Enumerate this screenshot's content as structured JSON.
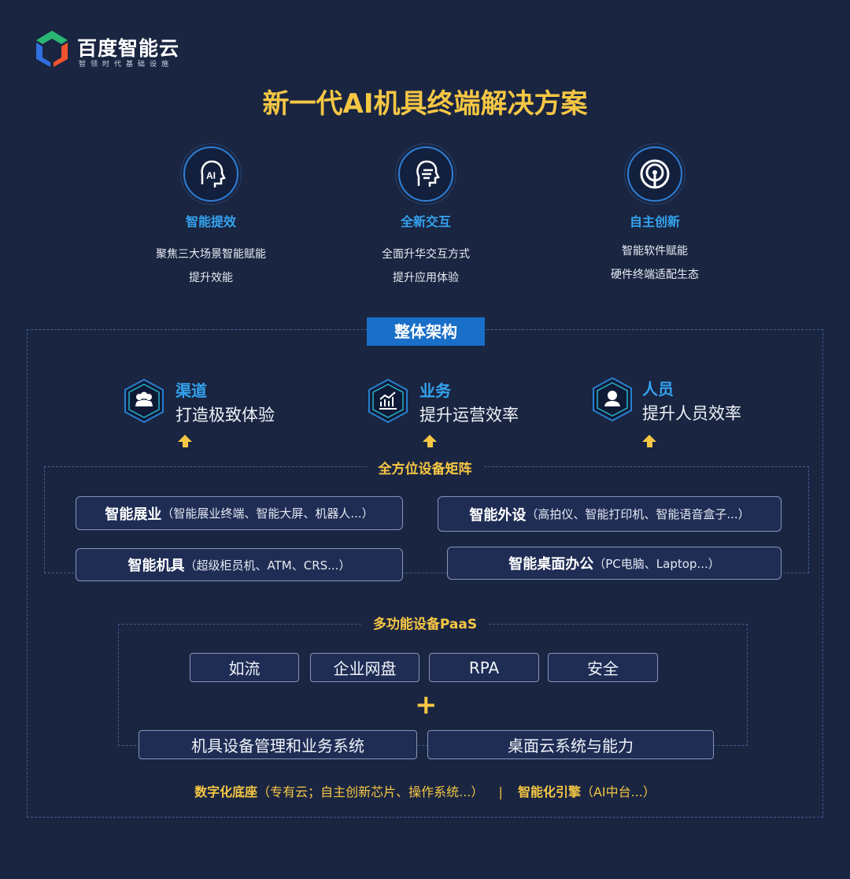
{
  "logo": {
    "name": "百度智能云",
    "tagline": "智领时代基础设施"
  },
  "title": "新一代AI机具终端解决方案",
  "features": [
    {
      "icon": "ai-head-icon",
      "title": "智能提效",
      "lines": [
        "聚焦三大场景智能赋能",
        "提升效能"
      ]
    },
    {
      "icon": "voice-interaction-icon",
      "title": "全新交互",
      "lines": [
        "全面升华交互方式",
        "提升应用体验"
      ]
    },
    {
      "icon": "innovation-signal-icon",
      "title": "自主创新",
      "lines": [
        "智能软件赋能",
        "硬件终端适配生态"
      ]
    }
  ],
  "architecture": {
    "label": "整体架构",
    "columns": [
      {
        "icon": "people-icon",
        "title": "渠道",
        "subtitle": "打造极致体验"
      },
      {
        "icon": "chart-icon",
        "title": "业务",
        "subtitle": "提升运营效率"
      },
      {
        "icon": "person-icon",
        "title": "人员",
        "subtitle": "提升人员效率"
      }
    ],
    "matrix_label": "全方位设备矩阵",
    "devices": [
      {
        "name": "智能展业",
        "detail": "（智能展业终端、智能大屏、机器人...）"
      },
      {
        "name": "智能外设",
        "detail": "（高拍仪、智能打印机、智能语音盒子...）"
      },
      {
        "name": "智能机具",
        "detail": "（超级柜员机、ATM、CRS...）"
      },
      {
        "name": "智能桌面办公",
        "detail": "（PC电脑、Laptop...）"
      }
    ],
    "paas_label": "多功能设备PaaS",
    "paas_items": [
      "如流",
      "企业网盘",
      "RPA",
      "安全"
    ],
    "plus": "+",
    "systems": [
      "机具设备管理和业务系统",
      "桌面云系统与能力"
    ],
    "foundation": {
      "a_title": "数字化底座",
      "a_detail": "（专有云；自主创新芯片、操作系统...）",
      "sep": "|",
      "b_title": "智能化引擎",
      "b_detail": "（AI中台...）"
    }
  }
}
